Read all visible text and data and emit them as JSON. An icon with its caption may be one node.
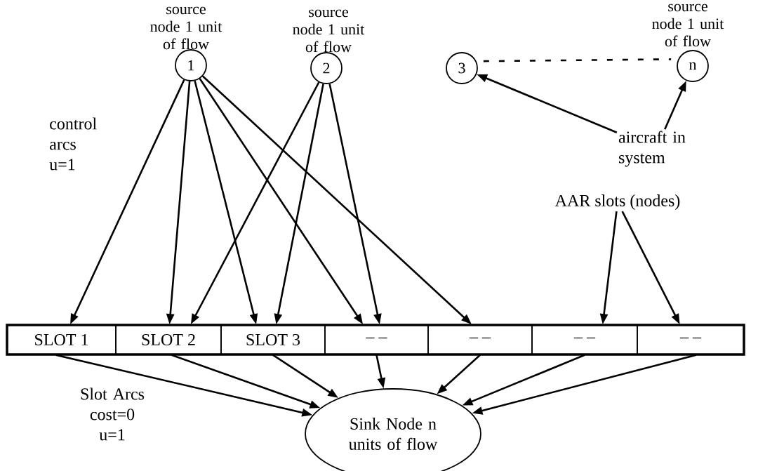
{
  "diagram": {
    "nodes": [
      {
        "text": [
          "1"
        ],
        "beside": [
          "source node 1 unit of flow"
        ]
      },
      {
        "text": [
          "2"
        ],
        "beside": [
          "source node 1 unit of flow"
        ]
      },
      {
        "text": [
          "3"
        ]
      },
      {
        "text": [
          "n"
        ],
        "beside": [
          "source node 1 unit of flow"
        ]
      },
      {
        "text": [
          "aircraft in system"
        ]
      },
      {
        "text": [
          "AAR slots (nodes)"
        ]
      },
      {
        "text": [
          "SLOT 1"
        ]
      },
      {
        "text": [
          "SLOT 2"
        ]
      },
      {
        "text": [
          "SLOT 3"
        ]
      },
      {
        "text": [
          "– –"
        ]
      },
      {
        "text": [
          "– –"
        ]
      },
      {
        "text": [
          "– –"
        ]
      },
      {
        "text": [
          "– –"
        ]
      },
      {
        "text": [
          "Sink Node n units of flow"
        ]
      }
    ],
    "edges": [
      {
        "from": 0,
        "to": 6,
        "arrow": "to"
      },
      {
        "from": 0,
        "to": 7,
        "arrow": "to"
      },
      {
        "from": 0,
        "to": 8,
        "arrow": "to"
      },
      {
        "from": 0,
        "to": 9,
        "arrow": "to"
      },
      {
        "from": 0,
        "to": 10,
        "arrow": "to"
      },
      {
        "from": 1,
        "to": 7,
        "arrow": "to"
      },
      {
        "from": 1,
        "to": 8,
        "arrow": "to"
      },
      {
        "from": 1,
        "to": 9,
        "arrow": "to"
      },
      {
        "from": 4,
        "to": 2,
        "arrow": "to"
      },
      {
        "from": 4,
        "to": 3,
        "arrow": "to"
      },
      {
        "from": 2,
        "to": 3,
        "arrow": "none",
        "style": "dashed"
      },
      {
        "from": 5,
        "to": 11,
        "arrow": "to"
      },
      {
        "from": 5,
        "to": 12,
        "arrow": "to"
      },
      {
        "from": 6,
        "to": 13,
        "arrow": "to"
      },
      {
        "from": 7,
        "to": 13,
        "arrow": "to"
      },
      {
        "from": 8,
        "to": 13,
        "arrow": "to"
      },
      {
        "from": 9,
        "to": 13,
        "arrow": "to"
      },
      {
        "from": 10,
        "to": 13,
        "arrow": "to"
      },
      {
        "from": 11,
        "to": 13,
        "arrow": "to"
      },
      {
        "from": 12,
        "to": 13,
        "arrow": "to"
      }
    ],
    "labels": [
      "control arcs u=1",
      "Slot Arcs cost=0 u=1"
    ]
  }
}
